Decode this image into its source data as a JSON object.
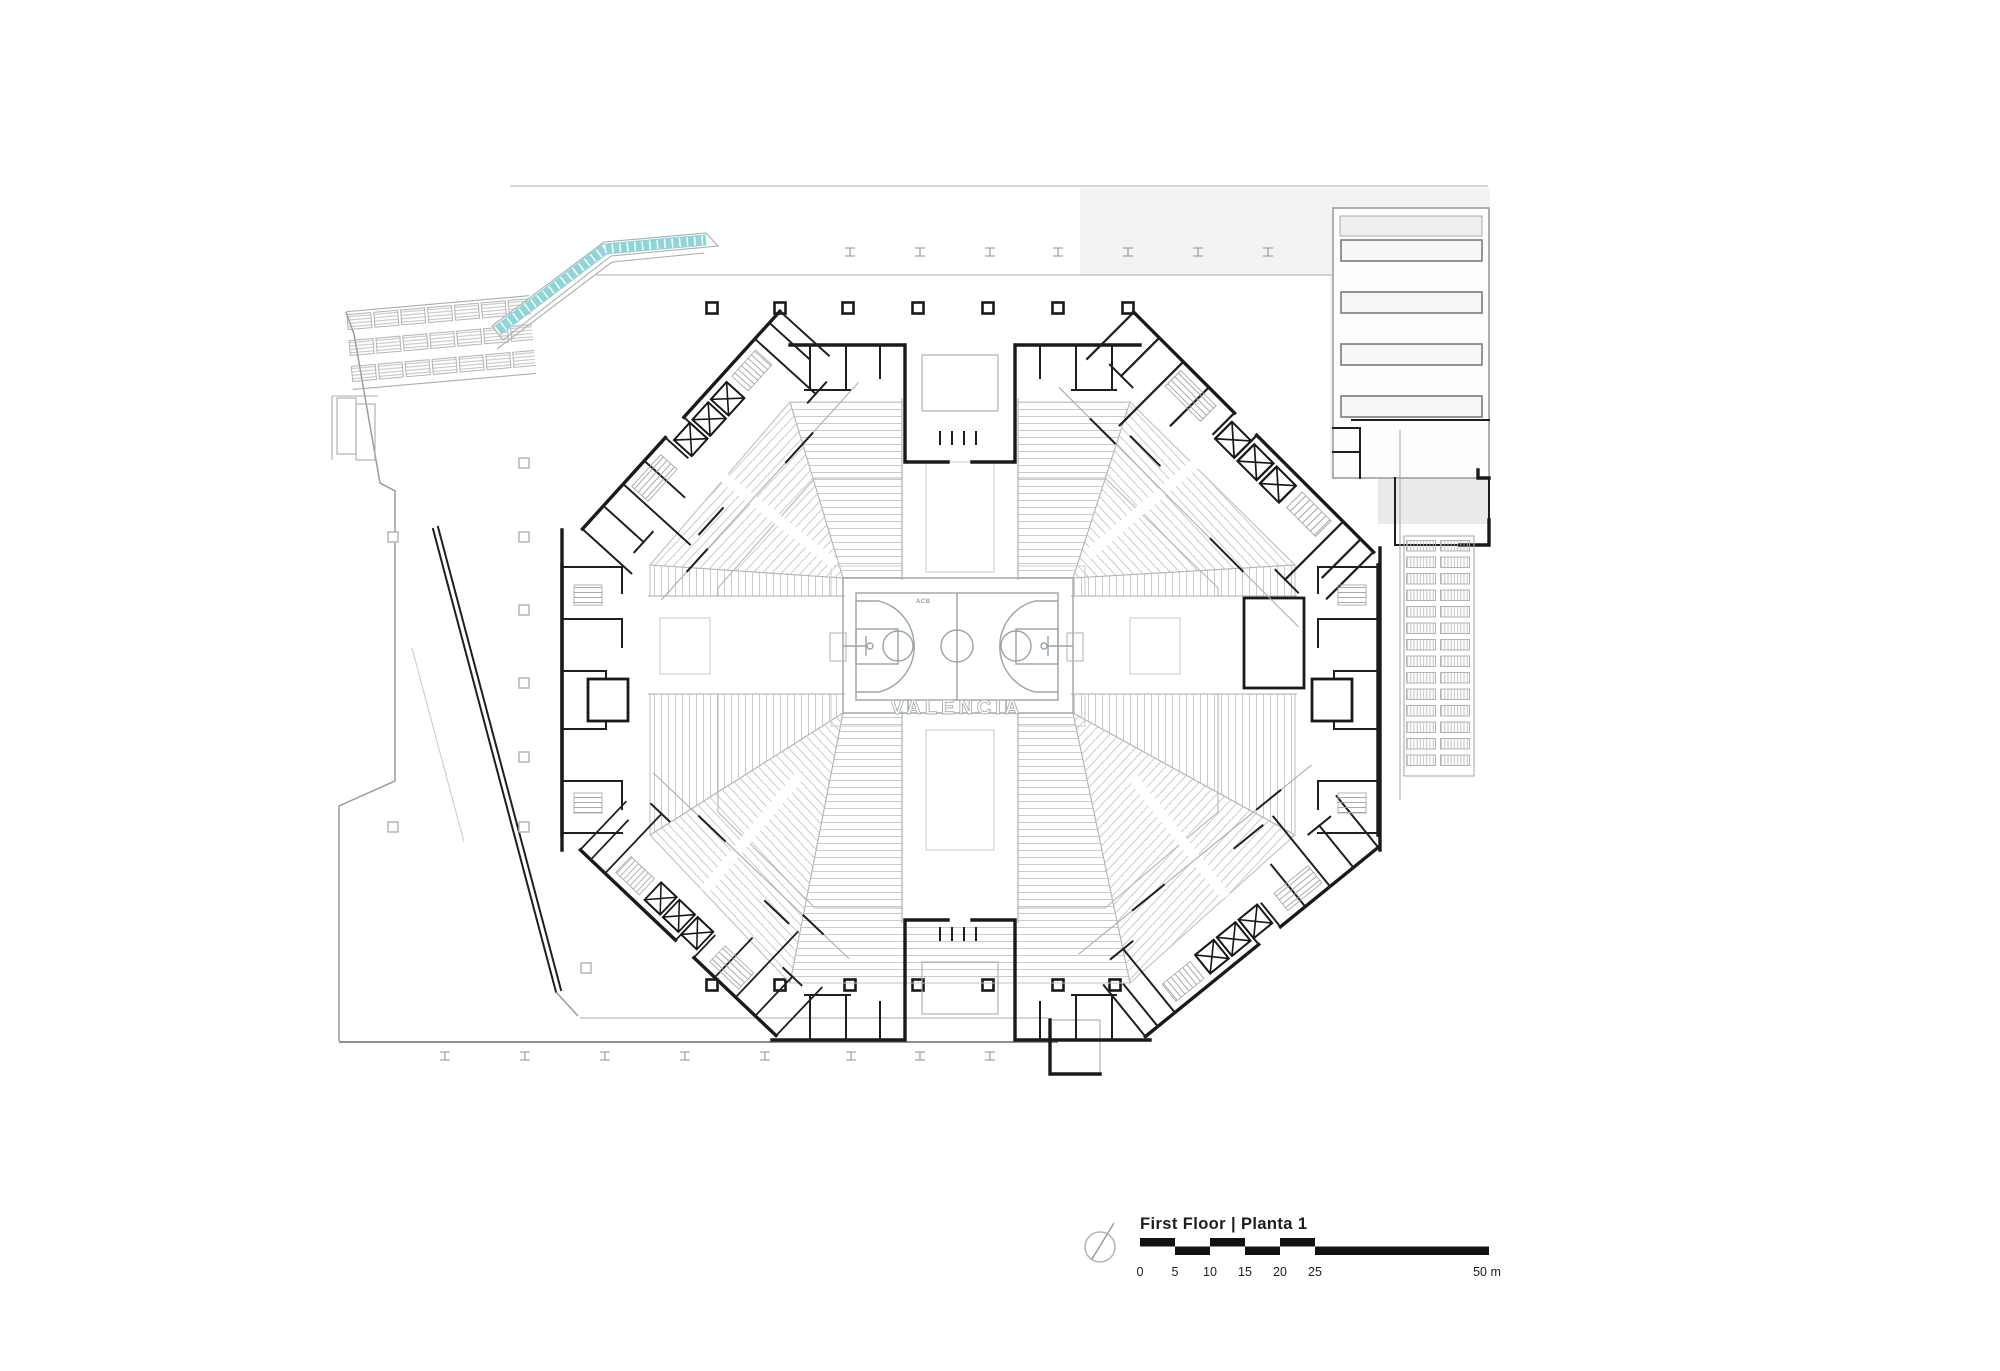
{
  "plan": {
    "court": {
      "venue_label": "VALENCIA",
      "league_label": "ACB"
    },
    "title_block": {
      "title": "First Floor | Planta 1"
    },
    "scale_bar": {
      "tick_labels": [
        "0",
        "5",
        "10",
        "15",
        "20",
        "25"
      ],
      "end_label": "50 m"
    },
    "colors": {
      "wall": "#1a1a1a",
      "concourse_line": "#a9aeac",
      "seating_line": "#c9cdca",
      "court_line": "#9aa5a0",
      "escalator_accent": "#8fd4d6",
      "plaza_line": "#9b9b9b",
      "scale_bar_fill": "#111111"
    }
  }
}
